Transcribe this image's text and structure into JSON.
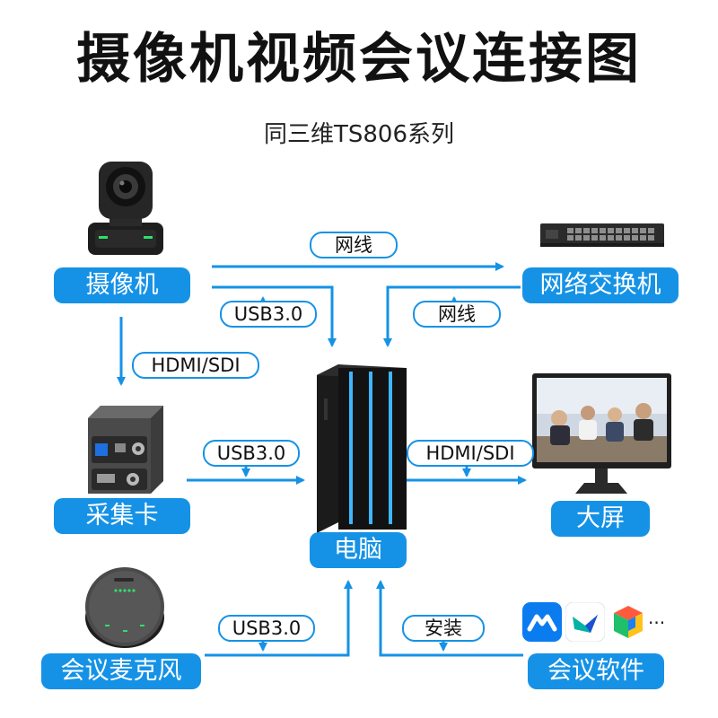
{
  "title": "摄像机视频会议连接图",
  "subtitle": "同三维TS806系列",
  "nodes": {
    "camera": "摄像机",
    "switch": "网络交换机",
    "capture": "采集卡",
    "computer": "电脑",
    "screen": "大屏",
    "mic": "会议麦克风",
    "software": "会议软件"
  },
  "links": {
    "camera_switch": "网线",
    "camera_pc": "USB3.0",
    "switch_pc": "网线",
    "camera_capture": "HDMI/SDI",
    "capture_pc": "USB3.0",
    "pc_screen": "HDMI/SDI",
    "mic_pc": "USB3.0",
    "software_pc": "安装"
  },
  "software_more": "...",
  "colors": {
    "accent": "#1592e6",
    "title": "#111111"
  }
}
